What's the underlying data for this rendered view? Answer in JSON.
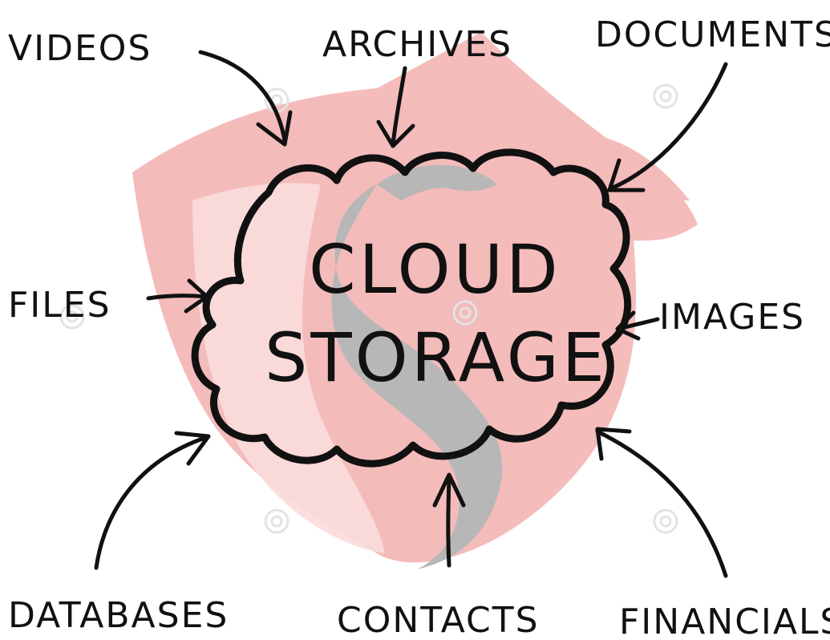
{
  "diagram": {
    "center": {
      "line1": "CLOUD",
      "line2": "STORAGE"
    },
    "labels": {
      "videos": "VIDEOS",
      "archives": "ARCHIVES",
      "documents": "DOCUMENTS",
      "files": "FILES",
      "images": "IMAGES",
      "databases": "DATABASES",
      "contacts": "CONTACTS",
      "financials": "FINANCIALS"
    }
  },
  "colors": {
    "ink": "#111111",
    "watermark_red": "#f4b8b8",
    "watermark_gray": "#b4b4b4",
    "background": "#ffffff"
  },
  "icons": {
    "watermark": "dragon-shield-watermark-icon",
    "spiral": "spiral-watermark-icon"
  }
}
